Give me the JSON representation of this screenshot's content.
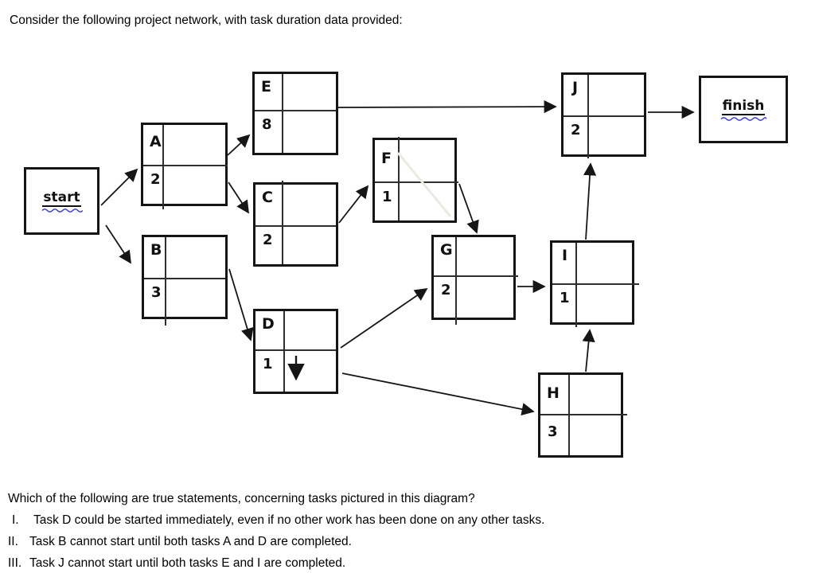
{
  "title": "Consider the following project network, with task duration data provided:",
  "diagram": {
    "start_label": "start",
    "finish_label": "finish",
    "tasks": {
      "A": {
        "name": "A",
        "duration": "2"
      },
      "B": {
        "name": "B",
        "duration": "3"
      },
      "C": {
        "name": "C",
        "duration": "2"
      },
      "D": {
        "name": "D",
        "duration": "1"
      },
      "E": {
        "name": "E",
        "duration": "8"
      },
      "F": {
        "name": "F",
        "duration": "1"
      },
      "G": {
        "name": "G",
        "duration": "2"
      },
      "H": {
        "name": "H",
        "duration": "3"
      },
      "I": {
        "name": "I",
        "duration": "1"
      },
      "J": {
        "name": "J",
        "duration": "2"
      }
    },
    "d_internal_symbol": "down-arrow",
    "edges": [
      "start->A",
      "start->B",
      "A->E",
      "A->C",
      "B->D",
      "C->F",
      "D->G",
      "D->H",
      "F->G",
      "G->I",
      "H->I",
      "I->J",
      "E->J",
      "J->finish"
    ]
  },
  "question": {
    "prompt": "Which of the following are true statements, concerning tasks pictured in this diagram?",
    "statements": [
      {
        "numeral": "I.",
        "text": "Task D could be started immediately, even if no other work has been done on any other tasks."
      },
      {
        "numeral": "II.",
        "text": "Task B cannot start until both tasks A and D are completed."
      },
      {
        "numeral": "III.",
        "text": "Task J cannot start until both tasks E and I are completed."
      }
    ]
  },
  "colors": {
    "line": "#161616",
    "box_border": "#151515",
    "squiggle_blue": "#3b3bd8"
  }
}
